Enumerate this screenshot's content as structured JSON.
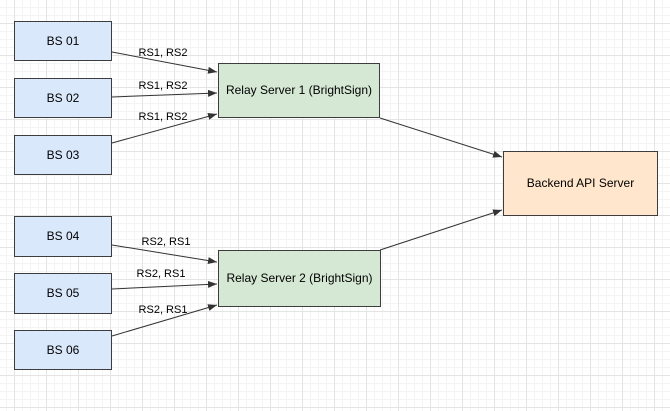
{
  "canvas": {
    "background_color": "#ffffff",
    "grid_minor_color": "#f4f4f4",
    "grid_major_color": "#e4e4e4"
  },
  "colors": {
    "client_fill": "#dae8fc",
    "relay_fill": "#d5e8d4",
    "backend_fill": "#ffe6cc",
    "shape_border": "#3d3d3d",
    "arrow_stroke": "#333333"
  },
  "nodes": {
    "bs01": {
      "label": "BS 01"
    },
    "bs02": {
      "label": "BS 02"
    },
    "bs03": {
      "label": "BS 03"
    },
    "bs04": {
      "label": "BS 04"
    },
    "bs05": {
      "label": "BS 05"
    },
    "bs06": {
      "label": "BS 06"
    },
    "relay1": {
      "label": "Relay Server 1 (BrightSign)"
    },
    "relay2": {
      "label": "Relay Server 2 (BrightSign)"
    },
    "backend": {
      "label": "Backend API Server"
    }
  },
  "edges": {
    "bs01_relay1": {
      "label": "RS1, RS2"
    },
    "bs02_relay1": {
      "label": "RS1, RS2"
    },
    "bs03_relay1": {
      "label": "RS1, RS2"
    },
    "bs04_relay2": {
      "label": "RS2, RS1"
    },
    "bs05_relay2": {
      "label": "RS2, RS1"
    },
    "bs06_relay2": {
      "label": "RS2, RS1"
    },
    "relay1_backend": {
      "label": ""
    },
    "relay2_backend": {
      "label": ""
    }
  }
}
